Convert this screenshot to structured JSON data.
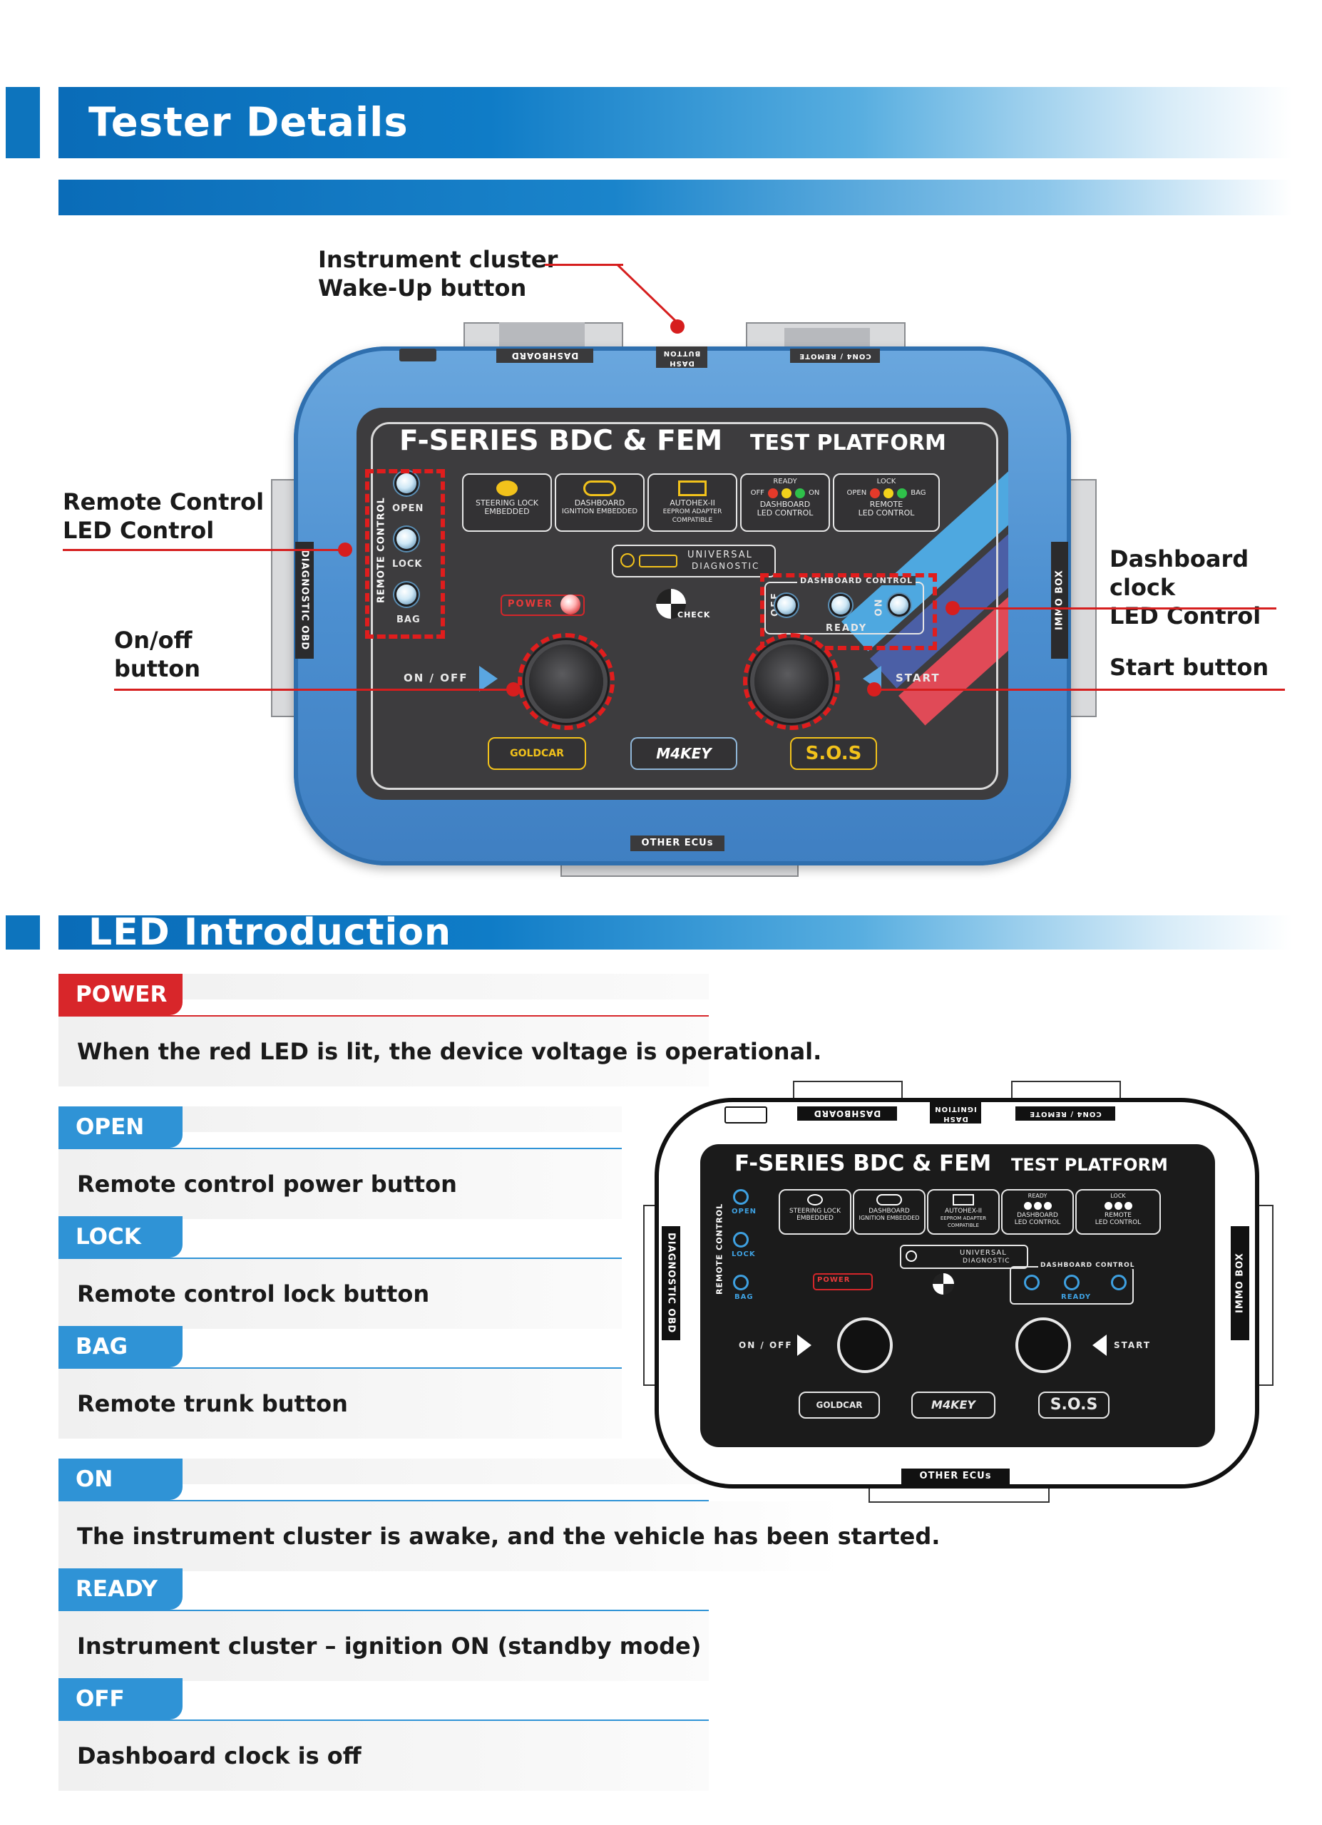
{
  "sections": {
    "tester_details": "Tester Details",
    "led_introduction": "LED Introduction"
  },
  "callouts": {
    "wakeup": "Instrument cluster\nWake-Up button",
    "remote": "Remote Control\nLED Control",
    "onoff": "On/off\nbutton",
    "dashclock": "Dashboard clock\nLED Control",
    "start": "Start button"
  },
  "device": {
    "title_main": "F-SERIES BDC & FEM",
    "title_sub": "TEST PLATFORM",
    "ports": {
      "dashboard": "DASHBOARD",
      "dash_button": "DASH BUTTON",
      "can4_remote": "CON4 / REMOTE",
      "other_ecus": "OTHER ECUs",
      "diagnostic_obd": "DIAGNOSTIC OBD",
      "immo_box": "IMMO BOX"
    },
    "remote_control": "REMOTE CONTROL",
    "remote_leds": [
      "OPEN",
      "LOCK",
      "BAG"
    ],
    "modules": [
      {
        "top": "STEERING LOCK",
        "bottom": "EMBEDDED"
      },
      {
        "top": "DASHBOARD",
        "bottom": "IGNITION EMBEDDED"
      },
      {
        "top": "AUTOHEX-II",
        "bottom": "EEPROM ADAPTER COMPATIBLE"
      },
      {
        "top": "DASHBOARD",
        "bottom": "LED CONTROL"
      },
      {
        "top": "REMOTE",
        "bottom": "LED CONTROL"
      }
    ],
    "ready_label": "READY",
    "lock_label": "LOCK",
    "universal": "UNIVERSAL",
    "diagnostic": "DIAGNOSTIC",
    "power": "POWER",
    "dashboard_control": "DASHBOARD CONTROL",
    "off": "OFF",
    "on": "ON",
    "ready": "READY",
    "on_off": "ON / OFF",
    "start": "START",
    "brands": [
      "GOLDCAR",
      "M4KEY",
      "S.O.S"
    ],
    "check": "CHECK"
  },
  "led_items": [
    {
      "label": "POWER",
      "desc": "When the red LED is lit, the device voltage is operational.",
      "color": "#d8262a"
    },
    {
      "label": "OPEN",
      "desc": "Remote control power button",
      "color": "#2f93d6"
    },
    {
      "label": "LOCK",
      "desc": "Remote control lock button",
      "color": "#2f93d6"
    },
    {
      "label": "BAG",
      "desc": "Remote trunk button",
      "color": "#2f93d6"
    },
    {
      "label": "ON",
      "desc": "The instrument cluster is awake, and the vehicle has been started.",
      "color": "#2f93d6"
    },
    {
      "label": "READY",
      "desc": "Instrument cluster – ignition ON (standby mode)",
      "color": "#2f93d6"
    },
    {
      "label": "OFF",
      "desc": "Dashboard clock is off",
      "color": "#2f93d6"
    }
  ],
  "line_device": {
    "dashboard": "DASHBOARD",
    "dash_ignition": "DASH IGNITION",
    "can4_remote": "CON4 / REMOTE",
    "other_ecus": "OTHER ECUs"
  }
}
